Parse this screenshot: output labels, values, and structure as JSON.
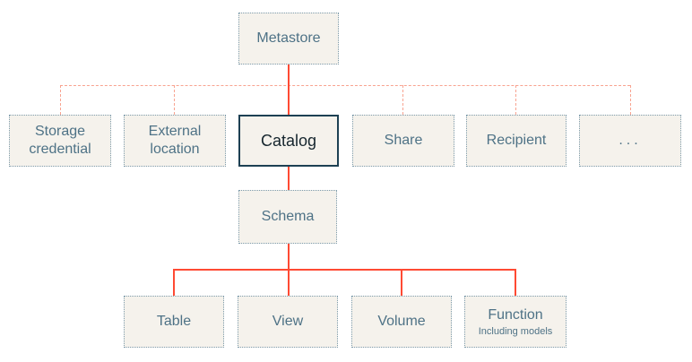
{
  "diagram": {
    "type": "hierarchy",
    "nodes": {
      "metastore": {
        "label": "Metastore"
      },
      "storage_credential": {
        "label": "Storage credential"
      },
      "external_location": {
        "label": "External location"
      },
      "catalog": {
        "label": "Catalog"
      },
      "share": {
        "label": "Share"
      },
      "recipient": {
        "label": "Recipient"
      },
      "ellipsis": {
        "label": "..."
      },
      "schema": {
        "label": "Schema"
      },
      "table": {
        "label": "Table"
      },
      "view": {
        "label": "View"
      },
      "volume": {
        "label": "Volume"
      },
      "function": {
        "label": "Function",
        "sublabel": "Including models"
      }
    },
    "edges": {
      "solid": [
        "metastore-catalog",
        "catalog-schema",
        "schema-table",
        "schema-view",
        "schema-volume",
        "schema-function"
      ],
      "dotted": [
        "metastore-storage_credential",
        "metastore-external_location",
        "metastore-share",
        "metastore-recipient",
        "metastore-ellipsis"
      ]
    },
    "colors": {
      "solid_line": "#ff4a33",
      "dotted_line": "#f8a390",
      "box_background": "#f5f2ec",
      "box_border": "#7d9bab",
      "box_text": "#4e7286",
      "catalog_border": "#1d4053",
      "catalog_text": "#16262e",
      "page_background": "#ffffff"
    }
  }
}
